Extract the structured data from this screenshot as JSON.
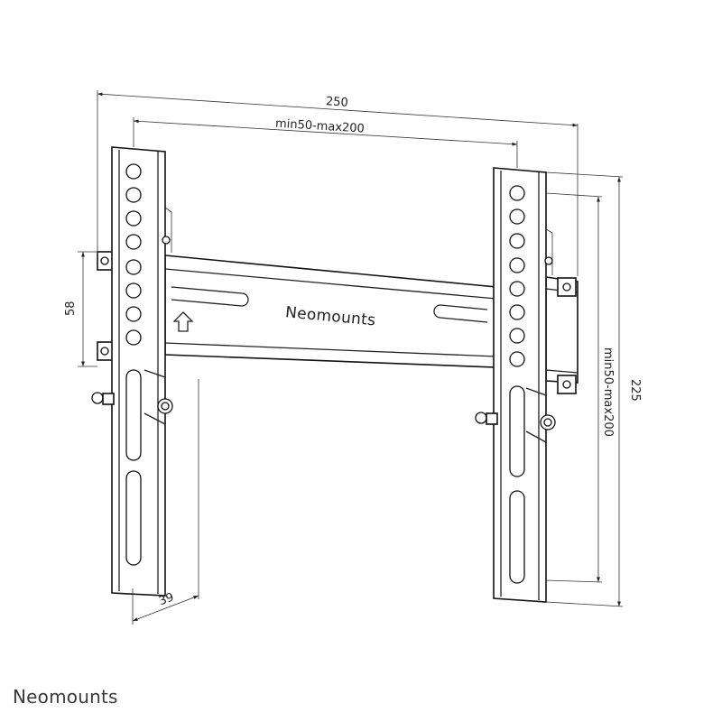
{
  "dimensions": {
    "overall_width": "250",
    "vesa_horizontal": "min50-max200",
    "overall_height": "225",
    "vesa_vertical": "min50-max200",
    "rail_height": "58",
    "wall_distance": "39"
  },
  "product": {
    "rail_logo": "Neomounts"
  },
  "footer": {
    "brand": "Neomounts"
  },
  "colors": {
    "line": "#222222",
    "background": "#ffffff"
  }
}
